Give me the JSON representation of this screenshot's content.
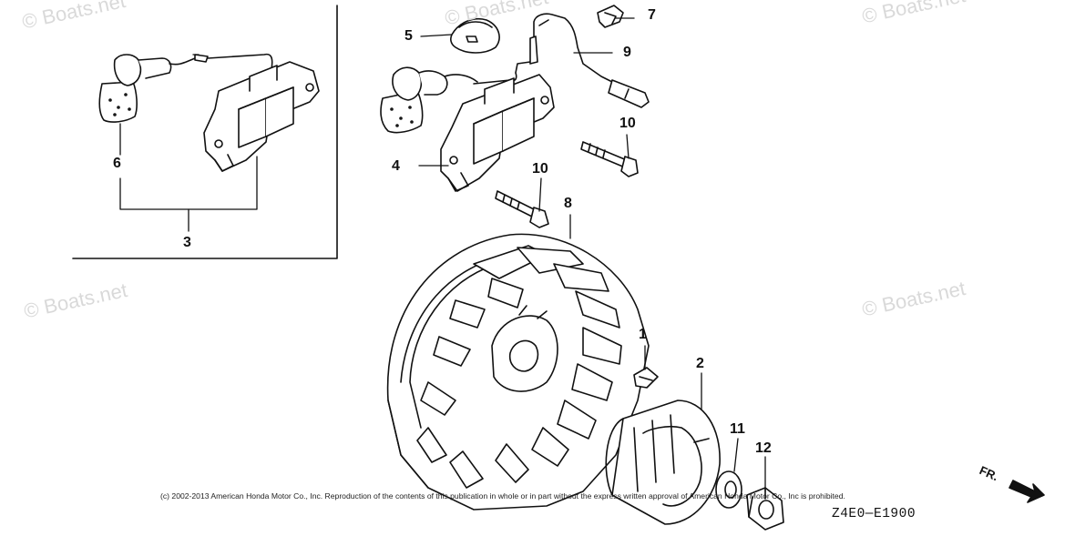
{
  "watermarks": [
    "© Boats.net",
    "© Boats.net",
    "© Boats.net",
    "© Boats.net",
    "© Boats.net"
  ],
  "callouts": {
    "p1": "1",
    "p2": "2",
    "p3": "3",
    "p4": "4",
    "p5": "5",
    "p6": "6",
    "p7": "7",
    "p8": "8",
    "p9": "9",
    "p10a": "10",
    "p10b": "10",
    "p11": "11",
    "p12": "12"
  },
  "copyright": "(c) 2002-2013 American Honda Motor Co., Inc. Reproduction of the contents of this publication in whole or in part without the express written approval of American Honda Motor Co., Inc is prohibited.",
  "diagram_code": "Z4E0—E1900",
  "direction_label": "FR.",
  "colors": {
    "line": "#111111",
    "fill": "#ffffff",
    "watermark": "#d9d9d9"
  }
}
